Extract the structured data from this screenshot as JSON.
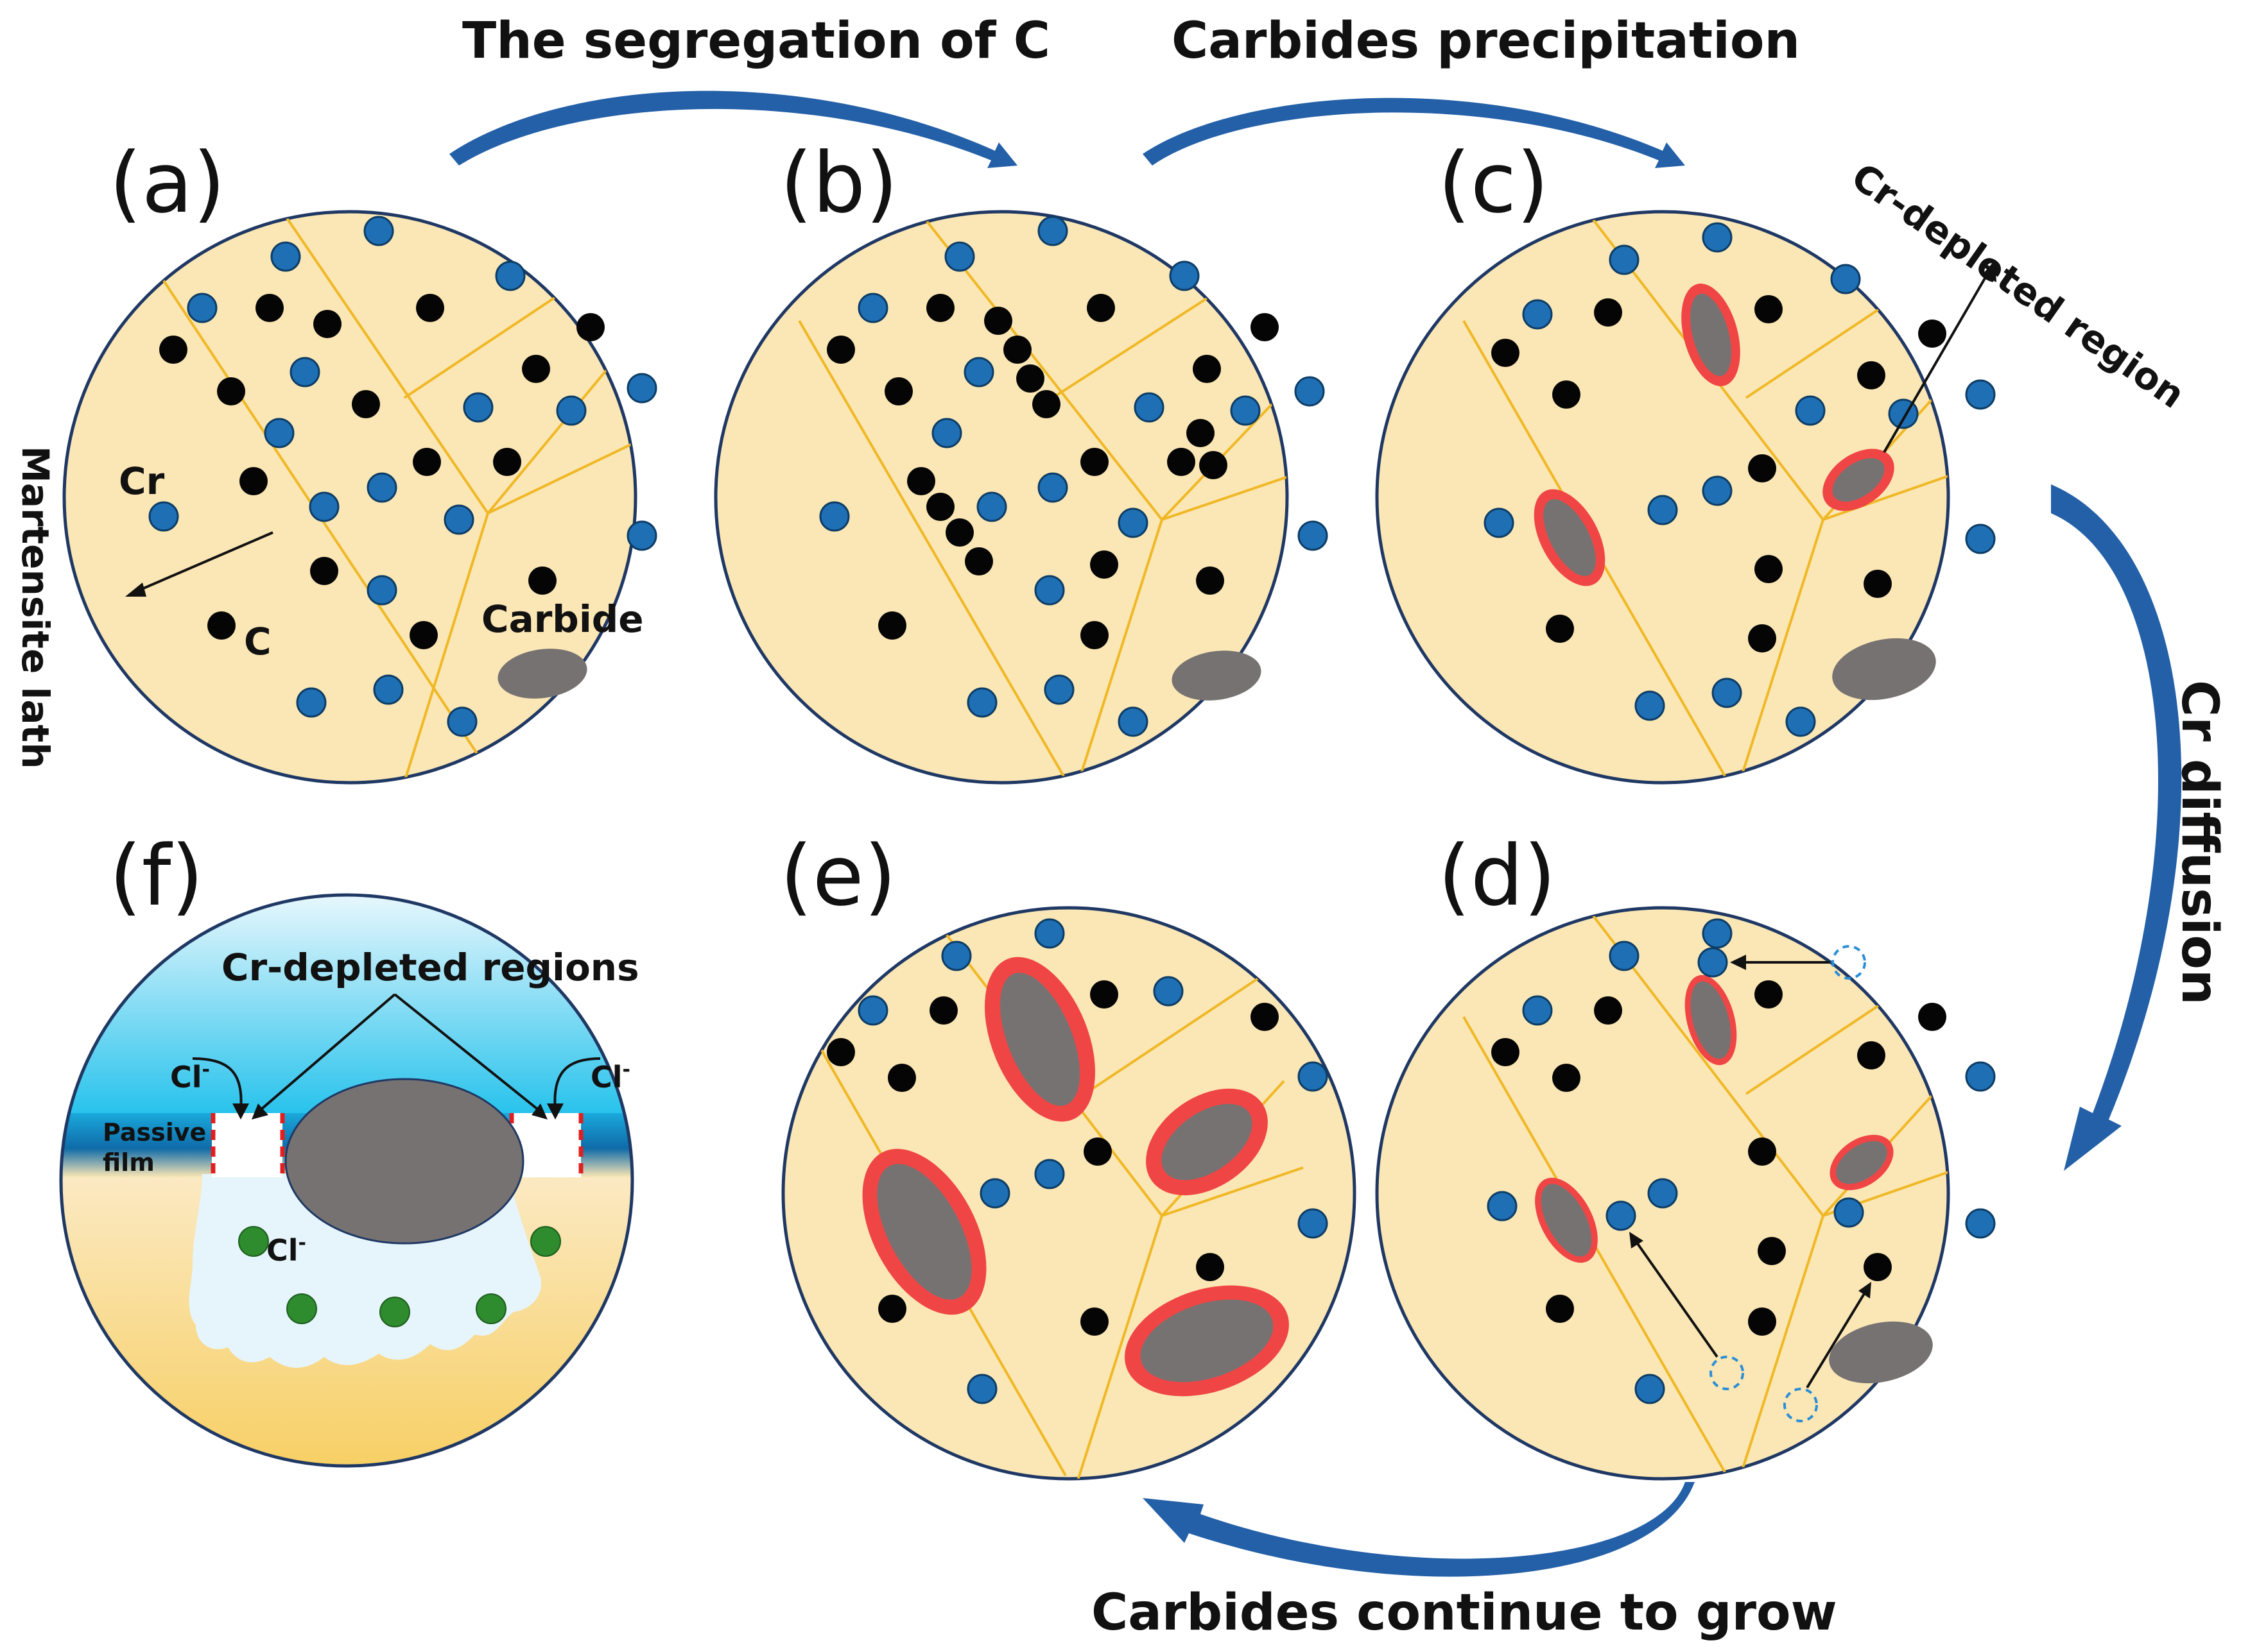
{
  "titles": {
    "segregation": "The segregation of C",
    "precipitation": "Carbides precipitation",
    "cr_diffusion": "Cr diffusion",
    "continue_grow": "Carbides continue to grow"
  },
  "panels": {
    "a": "(a)",
    "b": "(b)",
    "c": "(c)",
    "d": "(d)",
    "e": "(e)",
    "f": "(f)"
  },
  "annotations": {
    "cr": "Cr",
    "c": "C",
    "carbide": "Carbide",
    "martensite_lath": "Martensite lath",
    "cr_depleted_region": "Cr-depleted region",
    "cr_depleted_regions": "Cr-depleted regions",
    "passive_line1": "Passive",
    "passive_line2": "film",
    "chloride": "Cl",
    "chloride_sup": "-"
  },
  "colors": {
    "grain_fill": "#fbe7b5",
    "cr_atom": "#1f6fb5",
    "c_atom": "#050505",
    "carbide": "#777272",
    "depleted_zone": "#f04545",
    "arrow": "#2460a7",
    "chloride_ion": "#2e8b2e"
  }
}
